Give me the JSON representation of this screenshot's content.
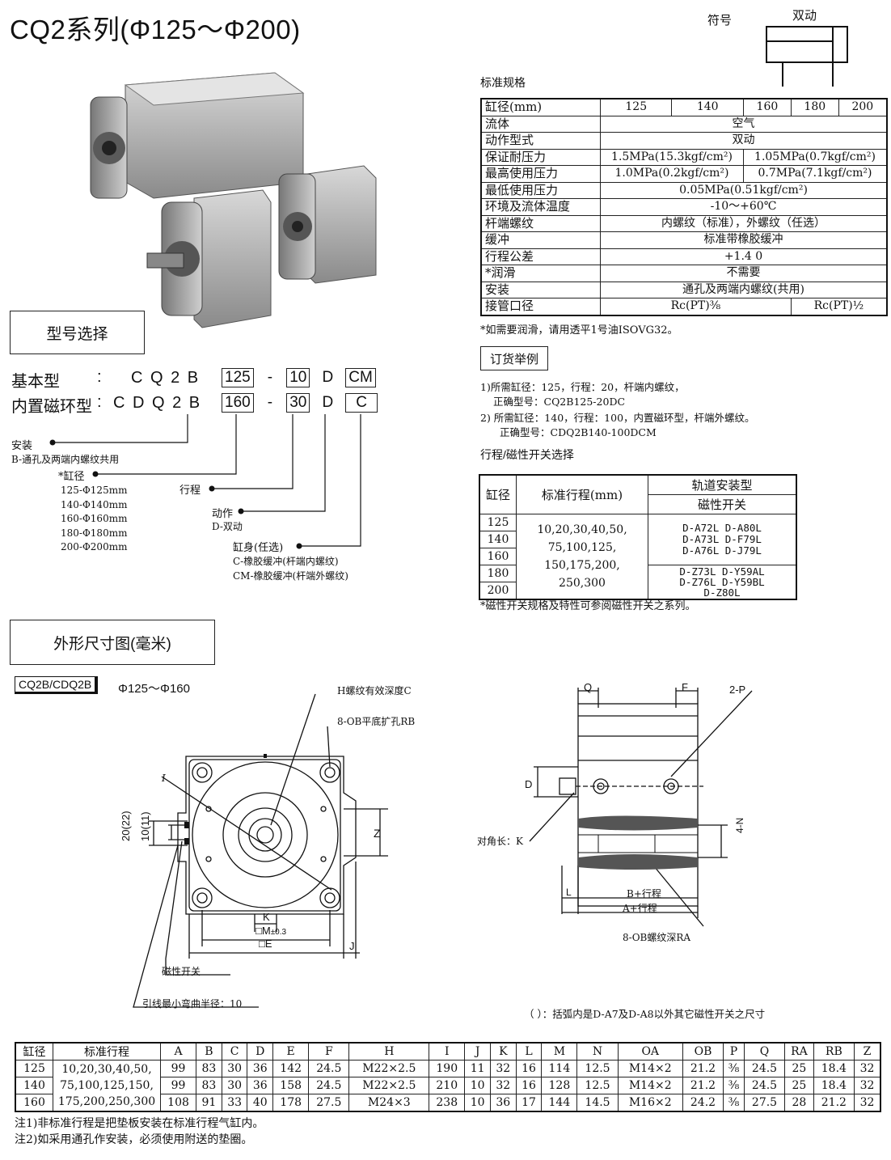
{
  "title": "CQ2系列(Φ125～Φ200)",
  "symbol": {
    "label": "符号",
    "type": "双动"
  },
  "spec": {
    "heading": "标准规格",
    "header_label": "缸径(mm)",
    "bores": [
      "125",
      "140",
      "160",
      "180",
      "200"
    ],
    "rows": [
      {
        "label": "流体",
        "value": "空气"
      },
      {
        "label": "动作型式",
        "value": "双动"
      },
      {
        "label": "保证耐压力",
        "v1": "1.5MPa(15.3kgf/cm²)",
        "v2": "1.05MPa(0.7kgf/cm²)"
      },
      {
        "label": "最高使用压力",
        "v1": "1.0MPa(0.2kgf/cm²)",
        "v2": "0.7MPa(7.1kgf/cm²)"
      },
      {
        "label": "最低使用压力",
        "value": "0.05MPa(0.51kgf/cm²)"
      },
      {
        "label": "环境及流体温度",
        "value": "-10～+60℃"
      },
      {
        "label": "杆端螺纹",
        "value": "内螺纹（标准），外螺纹（任选）"
      },
      {
        "label": "缓冲",
        "value": "标准带橡胶缓冲"
      },
      {
        "label": "行程公差",
        "value": "+1.4 0"
      },
      {
        "label": "*润滑",
        "value": "不需要"
      },
      {
        "label": "安装",
        "value": "通孔及两端内螺纹(共用)"
      },
      {
        "label": "接管口径",
        "v1": "Rc(PT)⅜",
        "v2": "Rc(PT)½"
      }
    ],
    "note": "*如需要润滑，请用透平1号油ISOVG32。"
  },
  "order": {
    "heading": "订货举例",
    "lines": [
      "1)所需缸径：125，行程：20，杆端内螺纹，",
      "正确型号：CQ2B125-20DC",
      "2) 所需缸径：140，行程：100，内置磁环型，杆端外螺纹。",
      "正确型号：CDQ2B140-100DCM"
    ]
  },
  "stroke_switch": {
    "heading": "行程/磁性开关选择",
    "col_bore": "缸径",
    "col_stroke": "标准行程(mm)",
    "col_rail": "轨道安装型",
    "col_switch": "磁性开关",
    "bores": [
      "125",
      "140",
      "160",
      "180",
      "200"
    ],
    "strokes": [
      "10,20,30,40,50,",
      "75,100,125,",
      "150,175,200,",
      "250,300"
    ],
    "switches_a": [
      "D-A72L D-A80L",
      "D-A73L D-F79L",
      "D-A76L D-J79L"
    ],
    "switches_b": [
      "D-Z73L  D-Y59AL",
      "D-Z76L  D-Y59BL",
      "D-Z80L"
    ],
    "note": "*磁性开关规格及特性可参阅磁性开关之系列。"
  },
  "model": {
    "heading": "型号选择",
    "basic_label": "基本型",
    "basic_code": "C Q 2 B",
    "magnet_label": "内置磁环型",
    "magnet_code": "C D Q 2 B",
    "basic_parts": [
      "125",
      "10",
      "D",
      "CM"
    ],
    "magnet_parts": [
      "160",
      "30",
      "D",
      "C"
    ],
    "dash": "-",
    "mount_title": "安装",
    "mount_desc": "B-通孔及两端内螺纹共用",
    "bore_title": "*缸径",
    "bore_list": [
      "125-Φ125mm",
      "140-Φ140mm",
      "160-Φ160mm",
      "180-Φ180mm",
      "200-Φ200mm"
    ],
    "stroke_title": "行程",
    "action_title": "动作",
    "action_desc": "D-双动",
    "body_title": "缸身(任选)",
    "body_list": [
      "C-橡胶缓冲(杆端内螺纹)",
      "CM-橡胶缓冲(杆端外螺纹)"
    ]
  },
  "drawing": {
    "heading": "外形尺寸图(毫米)",
    "model_tag": "CQ2B/CDQ2B",
    "range": "Φ125～Φ160",
    "labels": {
      "h": "H螺纹有效深度C",
      "ob": "8-OB平底扩孔RB",
      "twenty": "20(22)",
      "ten": "10(11)",
      "z": "Z",
      "i": "I",
      "k": "K",
      "m": "□M",
      "m_tol": "±0.3",
      "e": "□E",
      "j": "J",
      "switch": "磁性开关",
      "lead": "引线最小弯曲半径：10",
      "q": "Q",
      "f": "F",
      "twop": "2-P",
      "d": "D",
      "diag": "对角长：K",
      "fourn": "4-N",
      "l": "L",
      "b_stroke": "B+行程",
      "a_stroke": "A+行程",
      "ob_ra": "8-OB螺纹深RA",
      "paren_note": "（  ）：括弧内是D-A7及D-A8以外其它磁性开关之尺寸"
    }
  },
  "dims": {
    "headers": [
      "缸径",
      "标准行程",
      "A",
      "B",
      "C",
      "D",
      "E",
      "F",
      "H",
      "I",
      "J",
      "K",
      "L",
      "M",
      "N",
      "OA",
      "OB",
      "P",
      "Q",
      "RA",
      "RB",
      "Z"
    ],
    "strokes": [
      "10,20,30,40,50,",
      "75,100,125,150,",
      "175,200,250,300"
    ],
    "rows": [
      [
        "125",
        "99",
        "83",
        "30",
        "36",
        "142",
        "24.5",
        "M22×2.5",
        "190",
        "11",
        "32",
        "16",
        "114",
        "12.5",
        "M14×2",
        "21.2",
        "⅜",
        "24.5",
        "25",
        "18.4",
        "32"
      ],
      [
        "140",
        "99",
        "83",
        "30",
        "36",
        "158",
        "24.5",
        "M22×2.5",
        "210",
        "10",
        "32",
        "16",
        "128",
        "12.5",
        "M14×2",
        "21.2",
        "⅜",
        "24.5",
        "25",
        "18.4",
        "32"
      ],
      [
        "160",
        "108",
        "91",
        "33",
        "40",
        "178",
        "27.5",
        "M24×3",
        "238",
        "10",
        "36",
        "17",
        "144",
        "14.5",
        "M16×2",
        "24.2",
        "⅜",
        "27.5",
        "28",
        "21.2",
        "32"
      ]
    ],
    "notes": [
      "注1)非标准行程是把垫板安装在标准行程气缸内。",
      "注2)如采用通孔作安装，必须使用附送的垫圈。"
    ]
  }
}
